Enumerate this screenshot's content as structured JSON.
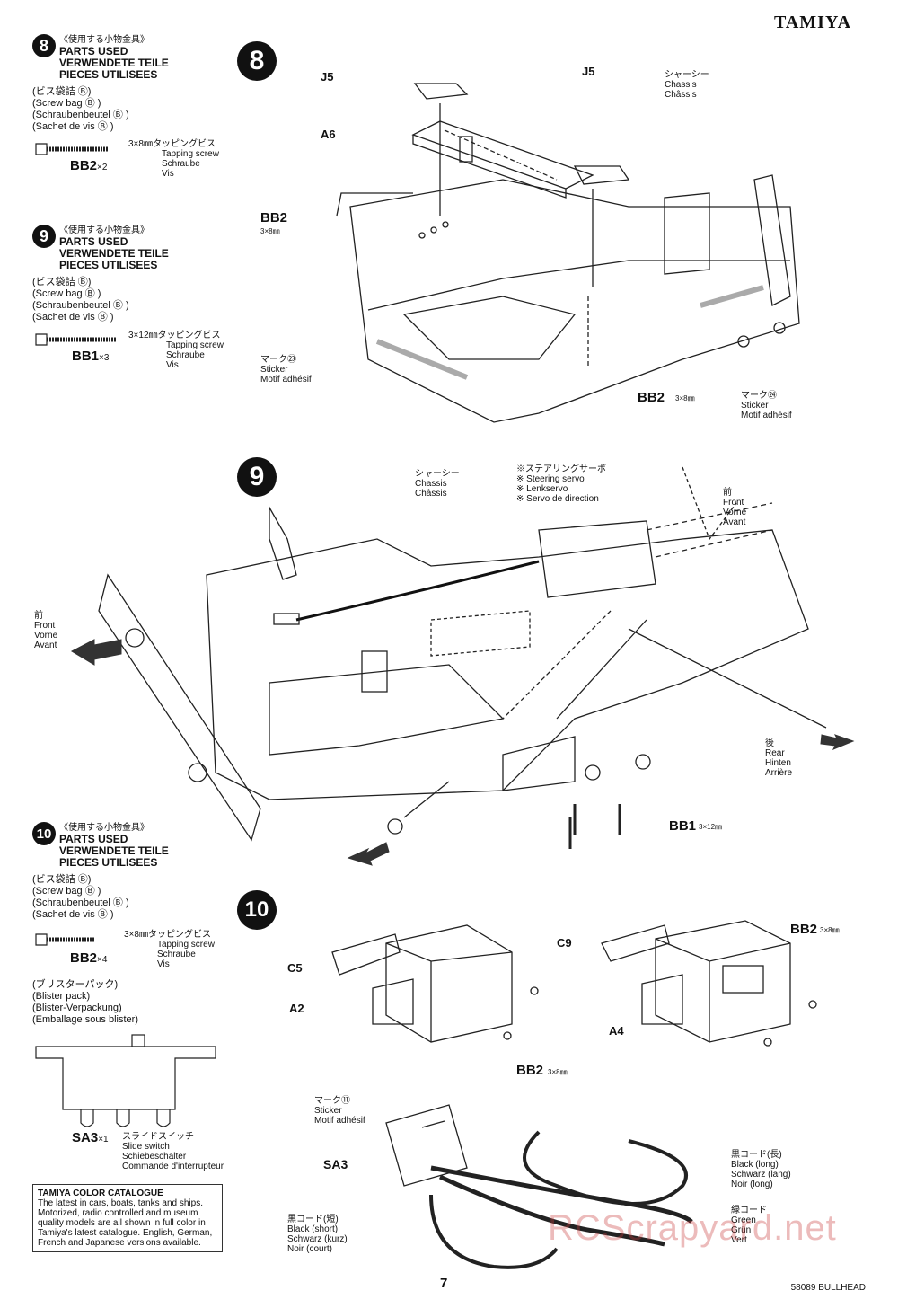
{
  "brand": "TAMIYA",
  "page_number": "7",
  "footer": "58089 BULLHEAD",
  "watermark": "RCScrapyard.net",
  "left": {
    "step8": {
      "num": "8",
      "jp": "《使用する小物金具》",
      "p1": "PARTS USED",
      "p2": "VERWENDETE TEILE",
      "p3": "PIECES UTILISEES",
      "bag_jp": "(ビス袋詰 Ⓑ)",
      "bag_en": "(Screw bag Ⓑ )",
      "bag_de": "(Schraubenbeutel Ⓑ )",
      "bag_fr": "(Sachet de vis Ⓑ )",
      "screw_jp": "3×8㎜タッピングビス",
      "screw_en": "Tapping screw",
      "screw_de": "Schraube",
      "screw_fr": "Vis",
      "code": "BB2",
      "qty": "×2"
    },
    "step9": {
      "num": "9",
      "jp": "《使用する小物金具》",
      "p1": "PARTS USED",
      "p2": "VERWENDETE TEILE",
      "p3": "PIECES UTILISEES",
      "bag_jp": "(ビス袋詰 Ⓑ)",
      "bag_en": "(Screw bag Ⓑ )",
      "bag_de": "(Schraubenbeutel Ⓑ )",
      "bag_fr": "(Sachet de vis Ⓑ )",
      "screw_jp": "3×12㎜タッピングビス",
      "screw_en": "Tapping screw",
      "screw_de": "Schraube",
      "screw_fr": "Vis",
      "code": "BB1",
      "qty": "×3"
    },
    "step10": {
      "num": "10",
      "jp": "《使用する小物金具》",
      "p1": "PARTS USED",
      "p2": "VERWENDETE TEILE",
      "p3": "PIECES UTILISEES",
      "bag_jp": "(ビス袋詰 Ⓑ)",
      "bag_en": "(Screw bag Ⓑ )",
      "bag_de": "(Schraubenbeutel Ⓑ )",
      "bag_fr": "(Sachet de vis Ⓑ )",
      "screw_jp": "3×8㎜タッピングビス",
      "screw_en": "Tapping screw",
      "screw_de": "Schraube",
      "screw_fr": "Vis",
      "code": "BB2",
      "qty": "×4",
      "blister_jp": "(ブリスターパック)",
      "blister_en": "(Blister pack)",
      "blister_de": "(Blister-Verpackung)",
      "blister_fr": "(Emballage sous blister)",
      "switch_code": "SA3",
      "switch_qty": "×1",
      "switch_jp": "スライドスイッチ",
      "switch_en": "Slide switch",
      "switch_de": "Schiebeschalter",
      "switch_fr": "Commande d'interrupteur"
    },
    "catalogue": {
      "title": "TAMIYA COLOR CATALOGUE",
      "text": "The latest in cars, boats, tanks and ships. Motorized, radio controlled and museum quality models are all shown in full color in Tamiya's latest catalogue. English, German, French and Japanese versions available."
    }
  },
  "panel8": {
    "num": "8",
    "j5a": "J5",
    "j5b": "J5",
    "a6": "A6",
    "bb2_left": "BB2",
    "bb2_left_size": "3×8㎜",
    "chassis_jp": "シャーシー",
    "chassis_en": "Chassis",
    "chassis_fr": "Châssis",
    "mark23_jp": "マーク㉓",
    "mark23_en": "Sticker",
    "mark23_fr": "Motif adhésif",
    "bb2_bottom": "BB2",
    "bb2_bottom_size": "3×8㎜",
    "mark24_jp": "マーク㉔",
    "mark24_en": "Sticker",
    "mark24_fr": "Motif adhésif"
  },
  "panel9": {
    "num": "9",
    "chassis_jp": "シャーシー",
    "chassis_en": "Chassis",
    "chassis_fr": "Châssis",
    "servo_jp": "※ステアリングサーボ",
    "servo_en": "※ Steering servo",
    "servo_de": "※ Lenkservo",
    "servo_fr": "※ Servo de direction",
    "front_r_jp": "前",
    "front_r_en": "Front",
    "front_r_de": "Vorne",
    "front_r_fr": "Avant",
    "front_l_jp": "前",
    "front_l_en": "Front",
    "front_l_de": "Vorne",
    "front_l_fr": "Avant",
    "rear_jp": "後",
    "rear_en": "Rear",
    "rear_de": "Hinten",
    "rear_fr": "Arrière",
    "bb1": "BB1",
    "bb1_size": "3×12㎜"
  },
  "panel10": {
    "num": "10",
    "c5": "C5",
    "a2": "A2",
    "c9": "C9",
    "a4": "A4",
    "bb2_right": "BB2",
    "bb2_right_size": "3×8㎜",
    "bb2_bottom": "BB2",
    "bb2_bottom_size": "3×8㎜",
    "mark11_jp": "マーク⑪",
    "mark11_en": "Sticker",
    "mark11_fr": "Motif adhésif",
    "sa3": "SA3",
    "black_long_jp": "黒コード(長)",
    "black_long_en": "Black (long)",
    "black_long_de": "Schwarz (lang)",
    "black_long_fr": "Noir (long)",
    "green_jp": "緑コード",
    "green_en": "Green",
    "green_de": "Grün",
    "green_fr": "Vert",
    "black_short_jp": "黒コード(短)",
    "black_short_en": "Black (short)",
    "black_short_de": "Schwarz (kurz)",
    "black_short_fr": "Noir (court)"
  }
}
